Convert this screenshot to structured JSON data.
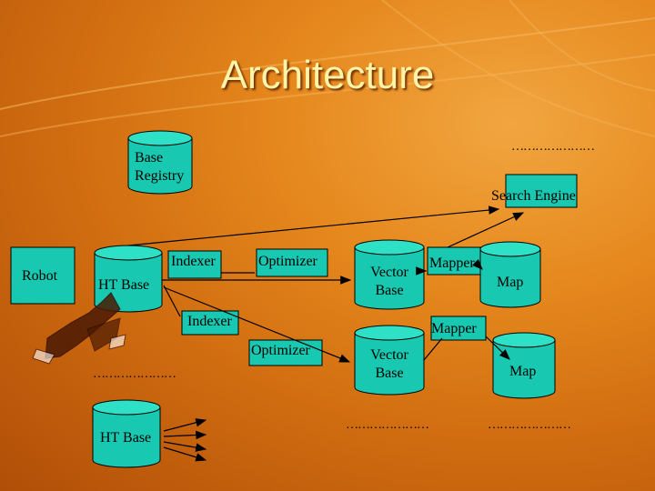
{
  "title": "Architecture",
  "nodes": {
    "base_registry": [
      "Base",
      "Registry"
    ],
    "search_engine": "Search Engine",
    "robot": "Robot",
    "ht_base_top": "HT Base",
    "indexer_top": "Indexer",
    "optimizer_top": "Optimizer",
    "vector_base_top": [
      "Vector",
      "Base"
    ],
    "mapper_top": "Mapper",
    "map_top": "Map",
    "indexer_mid": "Indexer",
    "mapper_mid": "Mapper",
    "optimizer_bottom": "Optimizer",
    "vector_base_bottom": [
      "Vector",
      "Base"
    ],
    "map_bottom": "Map",
    "ht_base_bottom": "HT Base"
  },
  "ellipsis": "…………………",
  "colors": {
    "node_fill": "#18c8b0",
    "text": "#000000",
    "title": "#fff4a8"
  }
}
